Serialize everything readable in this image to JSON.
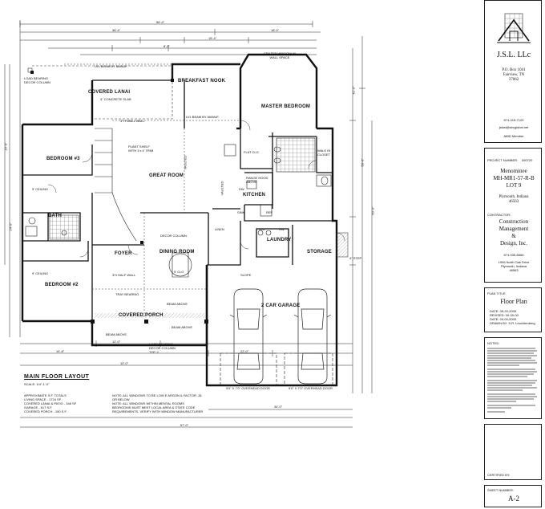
{
  "plan": {
    "rooms": {
      "covered_lanai": "COVERED LANAI",
      "breakfast_nook": "BREAKFAST NOOK",
      "master_bedroom": "MASTER BEDROOM",
      "bedroom3": "BEDROOM #3",
      "great_room": "GREAT ROOM",
      "kitchen": "KITCHEN",
      "bath": "BATH",
      "laundry": "LAUNDRY",
      "foyer": "FOYER",
      "dining_room": "DINING ROOM",
      "storage": "STORAGE",
      "bedroom2": "BEDROOM #2",
      "covered_porch": "COVERED PORCH",
      "garage": "2 CAR GARAGE"
    },
    "labels": {
      "concrete_slab": "4\" CONCRETE SLAB",
      "load_bearing": "LOAD BEARING DECOR COLUMN",
      "lvl_beam_top": "LVL BEAM BY MANUF.",
      "lvl_beam_mid": "LVL BEAM BY MANUF.",
      "center_window": "CENTER WINDOW IN WALL SPACE",
      "half_wall": "3' H WALL WALL",
      "plant_shelf": "PLANT SHELF WITH 1'x 4' TRIM",
      "vaulted1": "VAULTED",
      "vaulted2": "VAULTED",
      "flat_clg": "FLAT CLG",
      "walk_in": "WALK IN CLOSET",
      "range_hood": "RANGE HOOD ABOVE",
      "dw": "DW",
      "sink": "SINK",
      "ref": "REF",
      "linen": "LINEN",
      "wd": "W/D",
      "hw": "HW",
      "step": "4\" STEP",
      "beam_above1": "BEAM ABOVE",
      "beam_above2": "BEAM ABOVE",
      "beam_above3": "BEAM ABOVE",
      "decor_col": "DECOR COLUMN",
      "half_wall2": "3'H HALF WALL",
      "slope": "SLOPE",
      "clg_label": "9' CLG",
      "overhead_left": "9'0\" X 7'0\" OVERHEAD DOOR",
      "overhead_right": "9'0\" X 7'0\" OVERHEAD DOOR",
      "deco_typ": "LOAD BEARING DECOR COLUMN TYP. 2",
      "el_ceiling1": "9' CEILING",
      "el_ceiling2": "9' CEILING",
      "tray": "TRAY BEARING"
    },
    "dims": {
      "d1": "56'-4\"",
      "d2": "38'-4\"",
      "d3": "18'-0\"",
      "d4": "15'-4\"",
      "d5": "42'-0\"",
      "d6": "58'-0\"",
      "d7": "60'-0\"",
      "d8": "34'-0\"",
      "d9": "12'-0\"",
      "d10": "14'-8\"",
      "d11": "22'-0\"",
      "d12": "57'-0\"",
      "d13": "16'-0\"",
      "d14": "24'-0\"",
      "d15": "8'-0\"",
      "d16": "10'-0\""
    },
    "title": "MAIN FLOOR LAYOUT",
    "scale": "SCALE: 1/4\"-1'-0\"",
    "area_notes": [
      "APPROXIMATE S.F. TOTALS",
      "LIVING SPACE - 1724 SF",
      "COVERED LANAI & PATIO - 346 SF",
      "GARAGE - 617 S.F.",
      "COVERED PORCH - 150 S.F."
    ],
    "general_notes": [
      "NOTE: ALL WINDOWS TO BE LOW E ARGON & FACTOR .34",
      "OR BELOW",
      "NOTE: ALL WINDOWS WITHIN MENTAL ROOMS",
      "BEDROOMS MUST MEET LOCAL AREA & STATE CODE",
      "REQUIREMENTS. VERIFY WITH WINDOW MANUFACTURER"
    ]
  },
  "titleblock": {
    "company": "J.S.L. LLc",
    "address": [
      "P.O. Box 1041",
      "Fairview, TN",
      "37062"
    ],
    "phone": "574-315-7120",
    "email": "jslasl@sbcglobal.net",
    "member": "ABID Member",
    "project_number_label": "PROJECT NUMBER:",
    "project_number": "050720",
    "project_name": [
      "Menominee",
      "MH-MR1-57-R-B",
      "LOT 9"
    ],
    "location": [
      "Plymouth, Indiana",
      "46563"
    ],
    "contractor_label": "CONTRACTOR:",
    "contractor": [
      "Construction",
      "Management",
      "&",
      "Design, Inc."
    ],
    "contractor_phone": "574-935-6666",
    "contractor_address": [
      "1906 North Oak Drive",
      "Plymouth, Indiana",
      "46563"
    ],
    "plan_title_label": "PLAN TITLE:",
    "plan_title": "Floor Plan",
    "dates": [
      "DATE: 05-20-2005",
      "REVISED: 00-00-00",
      "DATE: 00-00-0000",
      "DRAWN BY: S.R. Leuchtenberg"
    ],
    "notes_label": "NOTES:",
    "certified_label": "CERTIFIED BY:",
    "sheet_label": "SHEET NUMBER:",
    "sheet_number": "A-2"
  },
  "colors": {
    "ink": "#111111",
    "paper": "#ffffff",
    "hatch": "#555555"
  }
}
